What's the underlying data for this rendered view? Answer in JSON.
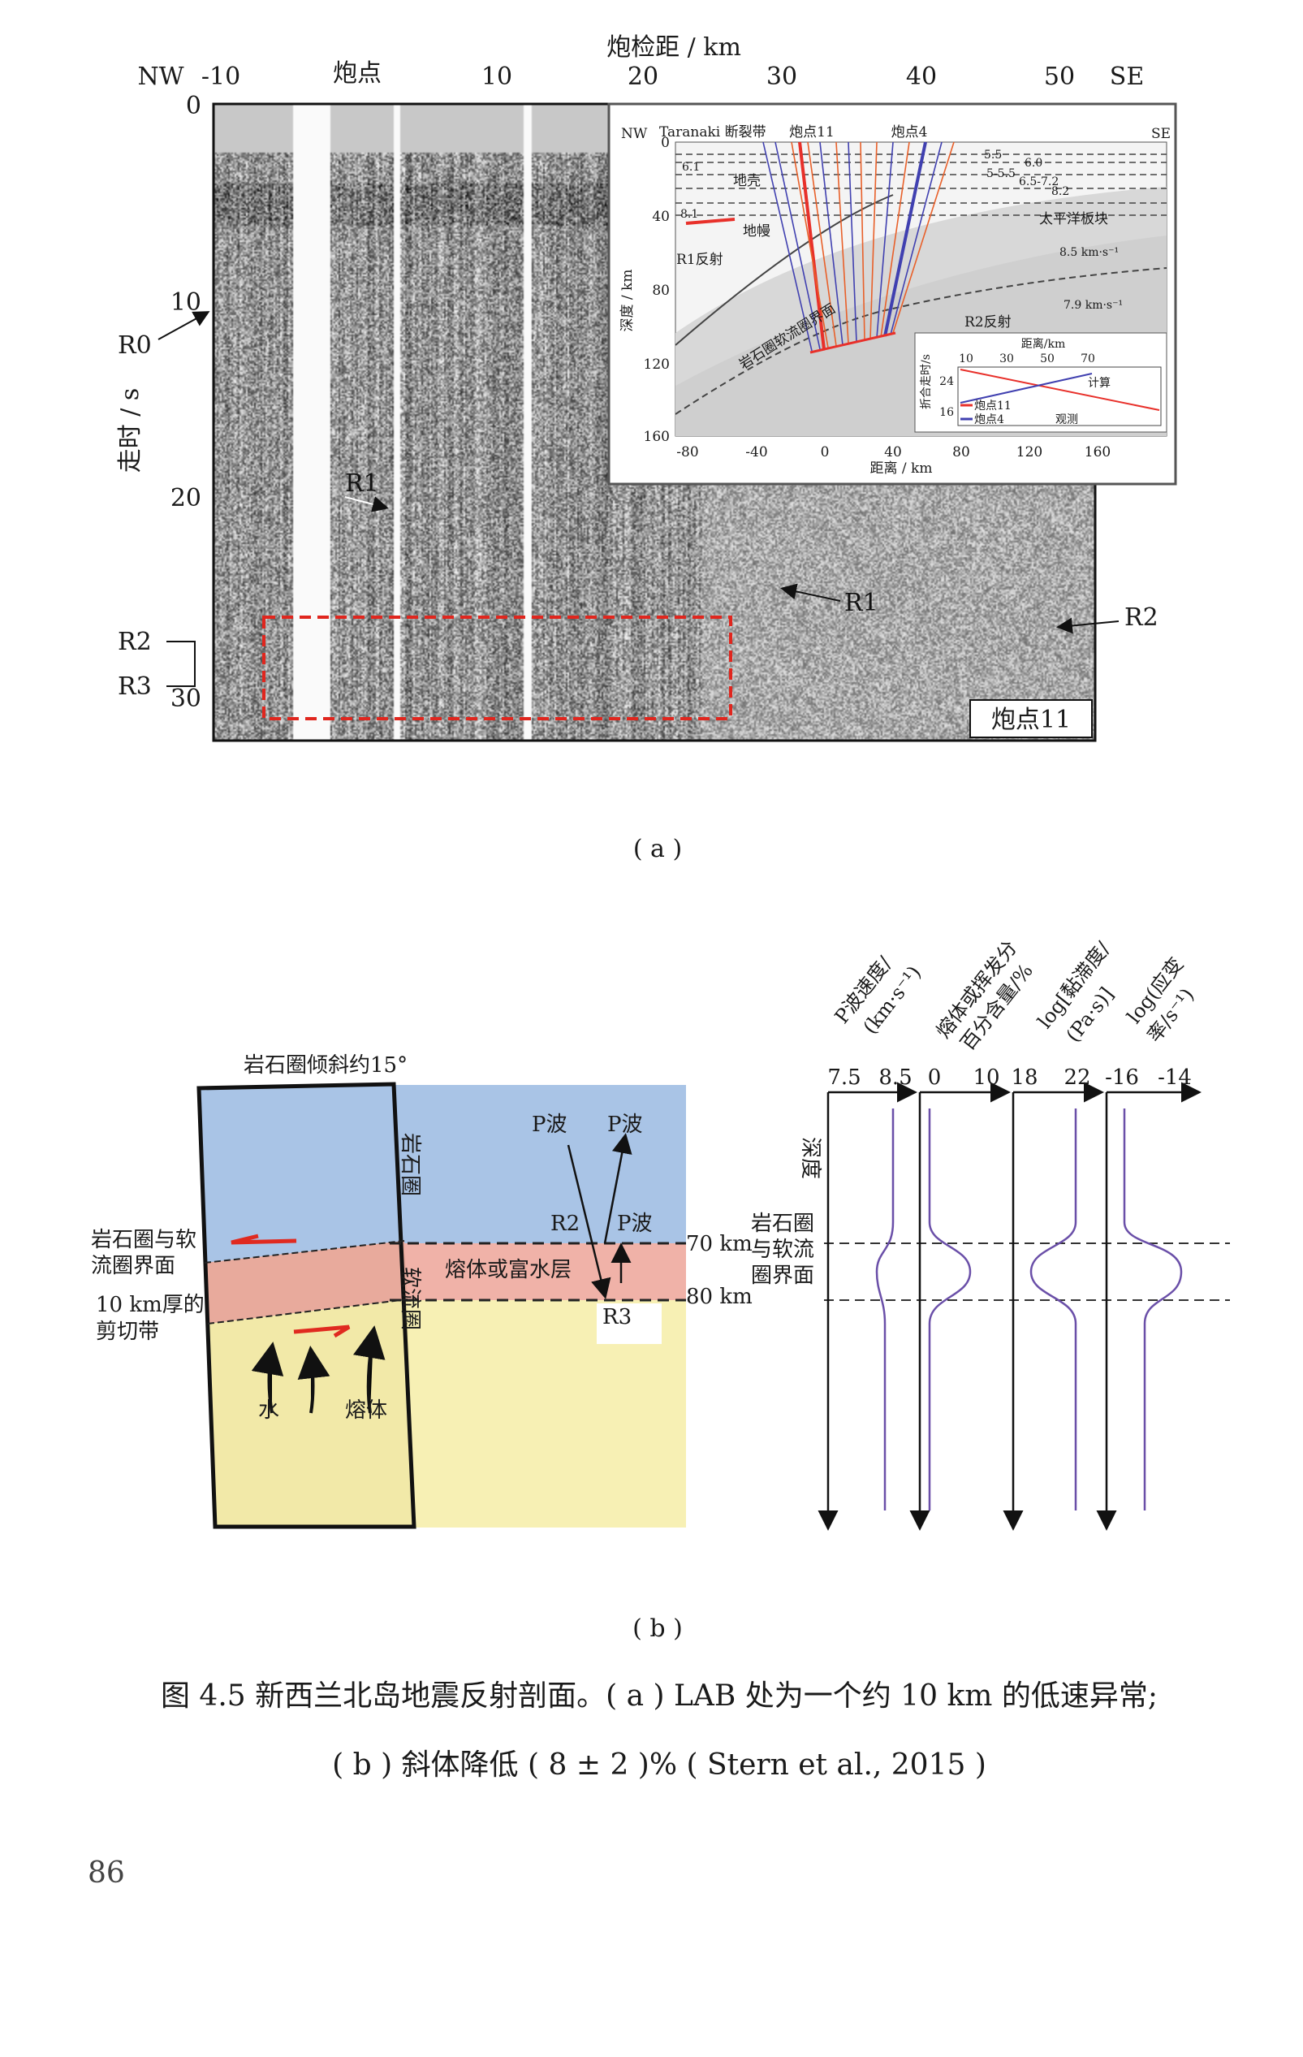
{
  "panel_a": {
    "top_axis_title": "炮检距 / km",
    "top_ticks": [
      "NW",
      "-10",
      "炮点",
      "10",
      "20",
      "30",
      "40",
      "50",
      "SE"
    ],
    "left_axis_title": "走时 / s",
    "left_ticks": [
      "0",
      "10",
      "20",
      "30"
    ],
    "markers": {
      "r0": "R0",
      "r1": "R1",
      "r2": "R2",
      "r3": "R3",
      "r1_inner": "R1",
      "r2_inner": "R2"
    },
    "shot_label": "炮点11",
    "inset": {
      "nw": "NW",
      "se": "SE",
      "rift": "Taranaki 断裂带",
      "shot11": "炮点11",
      "shot4": "炮点4",
      "crust": "地壳",
      "mantle": "地幔",
      "plate": "太平洋板块",
      "v61": "6.1",
      "v81": "8.1",
      "v55": "5.5",
      "v60": "6.0",
      "v555": "5-5.5",
      "v6572": "6.5-7.2",
      "v82": "8.2",
      "v85": "8.5 km·s⁻¹",
      "v79": "7.9 km·s⁻¹",
      "r1_reflect": "R1反射",
      "r2_reflect": "R2反射",
      "lab": "岩石圈软流圈界面",
      "ylabel": "深度 / km",
      "xlabel": "距离 / km",
      "yticks": [
        "0",
        "40",
        "80",
        "120",
        "160"
      ],
      "xticks": [
        "-80",
        "-40",
        "0",
        "40",
        "80",
        "120",
        "160"
      ],
      "sub": {
        "xlabel": "距离/km",
        "xticks": [
          "10",
          "30",
          "50",
          "70"
        ],
        "ylabel": "折合走时/s",
        "yticks": [
          "24",
          "16"
        ],
        "legend_shot11": "炮点11",
        "legend_shot4": "炮点4",
        "calc": "计算",
        "obs": "观测",
        "color_shot11": "#e8302a",
        "color_shot4": "#4040b0"
      }
    },
    "label": "( a )"
  },
  "panel_b": {
    "tilt": "岩石圈倾斜约15°",
    "lab_left": [
      "岩石圈与软",
      "流圈界面"
    ],
    "shear": [
      "10 km厚的",
      "剪切带"
    ],
    "water": "水",
    "melt": "熔体",
    "litho_v": "岩石圈",
    "astheno_v": "软流圈",
    "pwave1": "P波",
    "pwave2": "P波",
    "pwave3": "P波",
    "r2": "R2",
    "r3": "R3",
    "layer": "熔体或富水层",
    "d70": "70 km",
    "d80": "80 km",
    "lab_right": [
      "岩石圈",
      "与软流",
      "圈界面"
    ],
    "depth": "深度",
    "col_titles": [
      [
        "P波速度/",
        "(km·s⁻¹)"
      ],
      [
        "熔体或挥发分",
        "百分含量/%"
      ],
      [
        "log[黏滞度/",
        "(Pa·s)]"
      ],
      [
        "log(应变",
        "率/s⁻¹)"
      ]
    ],
    "col_ticks": [
      [
        "7.5",
        "8.5"
      ],
      [
        "0",
        "10"
      ],
      [
        "18",
        "22"
      ],
      [
        "-16",
        "-14"
      ]
    ],
    "colors": {
      "litho": "#a9c4e6",
      "layer": "#f0b2a8",
      "astheno": "#f7f0b4",
      "curve": "#6a4fa8",
      "arrow_red": "#e02a20"
    },
    "label": "( b )"
  },
  "caption": {
    "line1": "图 4.5 新西兰北岛地震反射剖面。( a ) LAB 处为一个约 10 km 的低速异常;",
    "line2": "( b ) 斜体降低 ( 8 ± 2 )% ( Stern et al.,  2015 )"
  },
  "page_number": "86"
}
